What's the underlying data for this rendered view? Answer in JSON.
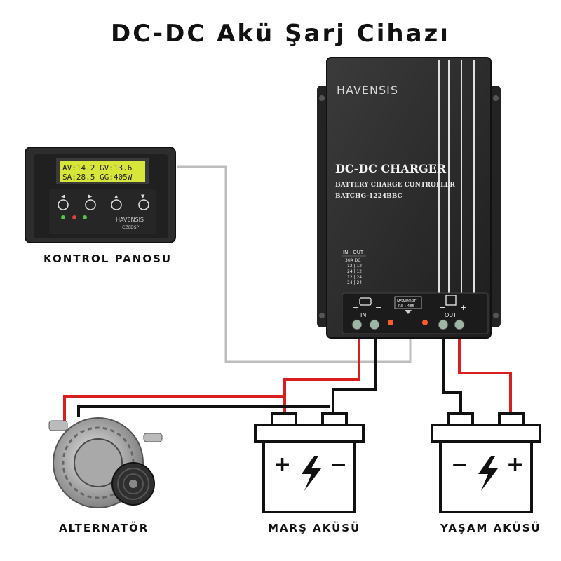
{
  "title": "DC-DC Akü Şarj Cihazı",
  "charger": {
    "brand": "HAVENSIS",
    "title": "DC-DC CHARGER",
    "subtitle": "BATTERY CHARGE CONTROLLER",
    "model": "BATCHG-1224BBC",
    "spec_header": "IN - OUT",
    "spec_rows": [
      "30A DC",
      "12 | 12",
      "24 | 12",
      "12 | 24",
      "24 | 24"
    ],
    "in_label": "IN",
    "out_label": "OUT",
    "port_label_1": "MSMPORT",
    "port_label_2": "RS : 485"
  },
  "panel": {
    "lcd_line1": "AV:14.2  GV:13.6",
    "lcd_line2": "SA:28.5  GG:405W",
    "brand": "HAVENSIS",
    "model": "CZ6DSP",
    "caption": "KONTROL PANOSU"
  },
  "batteries": {
    "start_label": "MARŞ AKÜSÜ",
    "house_label": "YAŞAM AKÜSÜ",
    "start_left_sign": "+",
    "start_right_sign": "−",
    "house_left_sign": "−",
    "house_right_sign": "+"
  },
  "alternator": {
    "caption": "ALTERNATÖR"
  },
  "colors": {
    "positive_wire": "#d81e1e",
    "negative_wire": "#111111",
    "comm_wire": "#bdbdbd",
    "lcd": "#d8e63a",
    "device": "#2c2c2c"
  }
}
